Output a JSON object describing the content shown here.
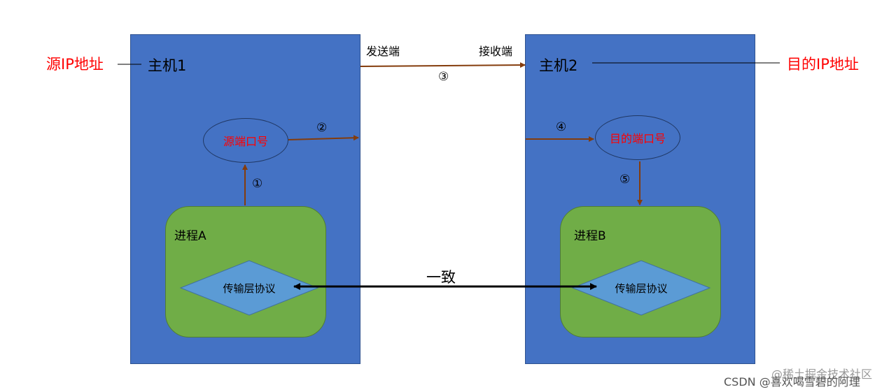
{
  "host1": {
    "title": "主机1"
  },
  "host2": {
    "title": "主机2"
  },
  "labels": {
    "source_ip": "源IP地址",
    "dest_ip": "目的IP地址",
    "sender": "发送端",
    "receiver": "接收端",
    "consistent": "一致"
  },
  "ports": {
    "source": "源端口号",
    "dest": "目的端口号"
  },
  "processes": {
    "a": {
      "title": "进程A",
      "protocol": "传输层协议"
    },
    "b": {
      "title": "进程B",
      "protocol": "传输层协议"
    }
  },
  "steps": [
    "①",
    "②",
    "③",
    "④",
    "⑤"
  ],
  "watermark": {
    "line1": "@稀土掘金技术社区",
    "line2": "CSDN @喜欢喝雪碧的阿理"
  },
  "colors": {
    "host_fill": "#4472c4",
    "process_fill": "#70ad47",
    "diamond_fill": "#5b9bd5",
    "arrow_brown": "#843c0c",
    "highlight_red": "#ff0000"
  }
}
